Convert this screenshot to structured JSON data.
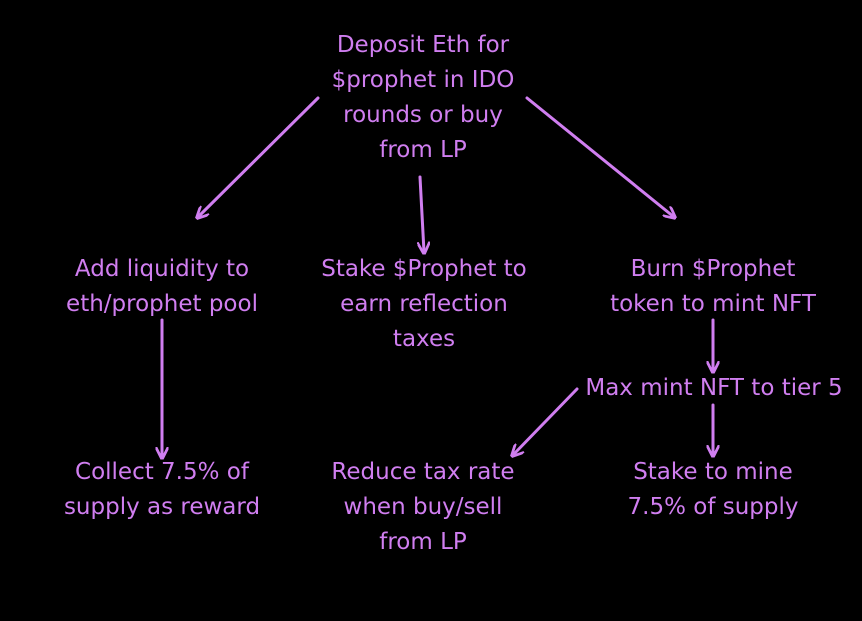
{
  "colors": {
    "background": "#000000",
    "accent": "#D07EF0"
  },
  "nodes": {
    "deposit": [
      "Deposit Eth for",
      "$prophet in IDO",
      "rounds or buy",
      "from LP"
    ],
    "add_liquidity": [
      "Add liquidity to",
      "eth/prophet pool"
    ],
    "stake_prophet": [
      "Stake $Prophet to",
      "earn reflection",
      "taxes"
    ],
    "burn_prophet": [
      "Burn $Prophet",
      "token to mint NFT"
    ],
    "max_mint": [
      "Max mint NFT to tier 5"
    ],
    "collect": [
      "Collect 7.5% of",
      "supply as reward"
    ],
    "reduce_tax": [
      "Reduce tax rate",
      "when buy/sell",
      "from LP"
    ],
    "stake_mine": [
      "Stake to mine",
      "7.5% of supply"
    ]
  }
}
